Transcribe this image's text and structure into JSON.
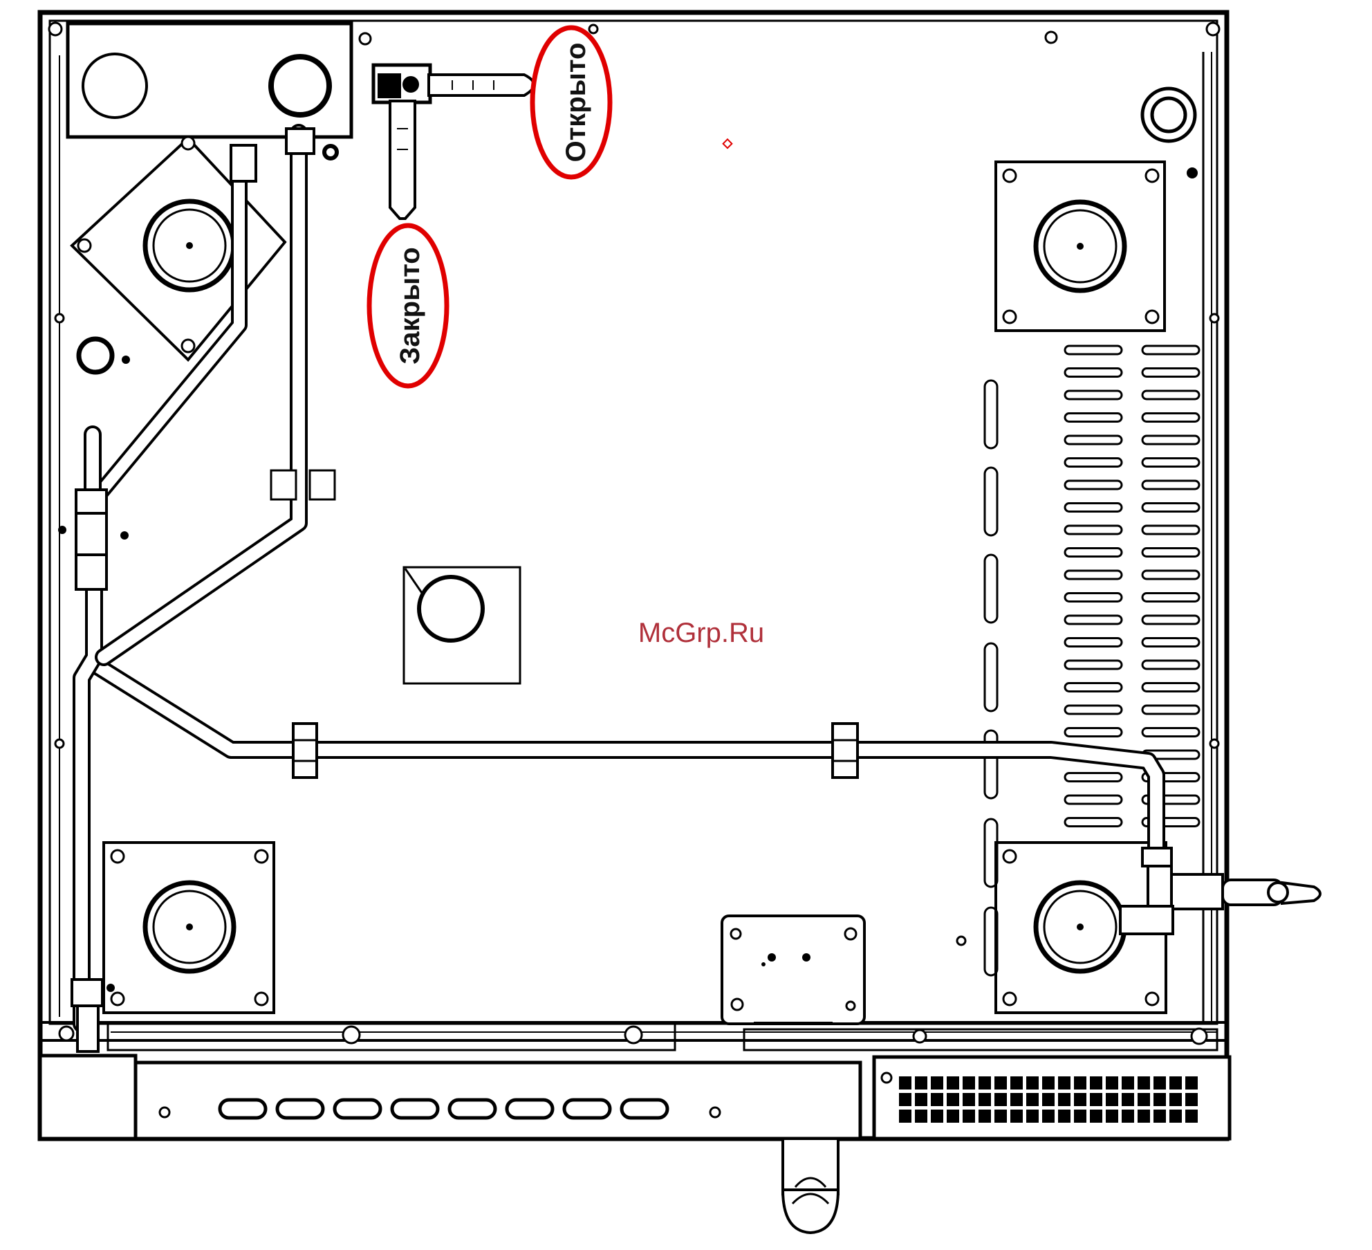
{
  "labels": {
    "open": "Открыто",
    "closed": "Закрыто"
  },
  "watermark": "McGrp.Ru",
  "colors": {
    "line": "#000000",
    "highlight_ellipse": "#e00000",
    "watermark": "#b0303a",
    "background": "#ffffff"
  },
  "icons": {
    "burner": "concentric-circles",
    "valve_handle": "lever-handle",
    "vent_slots": "slot-grid"
  }
}
